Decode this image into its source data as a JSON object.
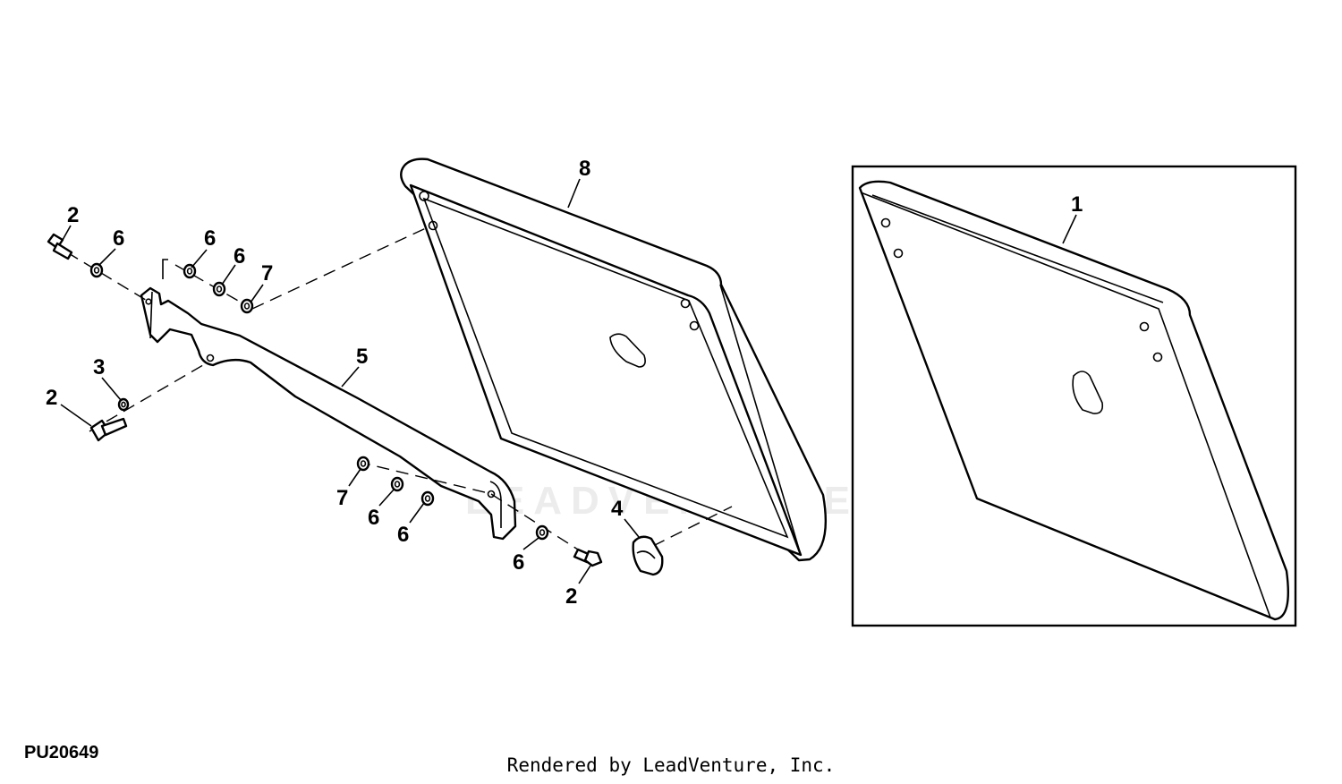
{
  "watermark": {
    "text": "LEADVENTURE"
  },
  "callouts": {
    "c1": "1",
    "c2a": "2",
    "c2b": "2",
    "c2c": "2",
    "c3": "3",
    "c4": "4",
    "c5": "5",
    "c6a": "6",
    "c6b": "6",
    "c6c": "6",
    "c6d": "6",
    "c6e": "6",
    "c6f": "6",
    "c7a": "7",
    "c7b": "7",
    "c8": "8"
  },
  "figure_id": "PU20649",
  "credit": "Rendered by LeadVenture, Inc."
}
